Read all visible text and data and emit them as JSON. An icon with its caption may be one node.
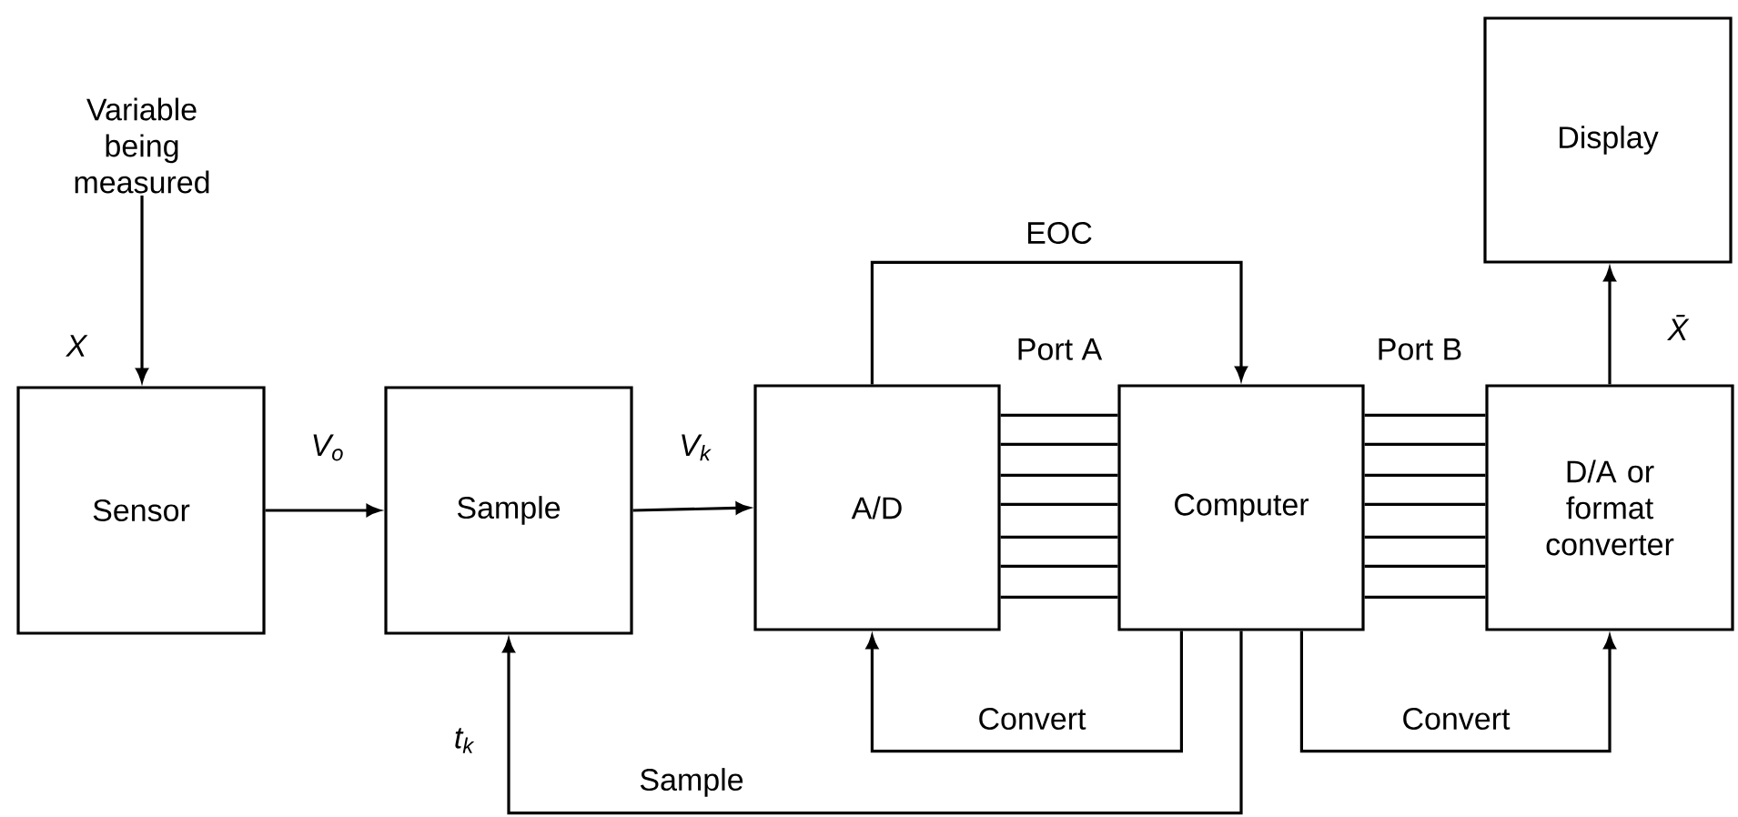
{
  "diagram": {
    "nodes": [
      {
        "text": [
          "Variable being measured"
        ]
      },
      {
        "text": [
          "Sensor"
        ]
      },
      {
        "text": [
          "Sample"
        ]
      },
      {
        "text": [
          "A/D"
        ]
      },
      {
        "text": [
          "Computer"
        ]
      },
      {
        "text": [
          "D/A or format converter"
        ]
      },
      {
        "text": [
          "Display"
        ]
      }
    ],
    "edges": [
      {
        "from": 0,
        "to": 1,
        "arrow": "to",
        "label": "X"
      },
      {
        "from": 1,
        "to": 2,
        "arrow": "to",
        "label": "V$_{o}$"
      },
      {
        "from": 2,
        "to": 3,
        "arrow": "to",
        "label": "V$_{k}$"
      },
      {
        "from": 3,
        "to": 4,
        "arrow": "to",
        "label": "EOC"
      },
      {
        "from": 3,
        "to": 4,
        "arrow": "none",
        "label": "Port A"
      },
      {
        "from": 3,
        "to": 4,
        "arrow": "none"
      },
      {
        "from": 3,
        "to": 4,
        "arrow": "none"
      },
      {
        "from": 3,
        "to": 4,
        "arrow": "none"
      },
      {
        "from": 3,
        "to": 4,
        "arrow": "none"
      },
      {
        "from": 3,
        "to": 4,
        "arrow": "none"
      },
      {
        "from": 3,
        "to": 4,
        "arrow": "none"
      },
      {
        "from": 4,
        "to": 5,
        "arrow": "none",
        "label": "Port B"
      },
      {
        "from": 4,
        "to": 5,
        "arrow": "none"
      },
      {
        "from": 4,
        "to": 5,
        "arrow": "none"
      },
      {
        "from": 4,
        "to": 5,
        "arrow": "none"
      },
      {
        "from": 4,
        "to": 5,
        "arrow": "none"
      },
      {
        "from": 4,
        "to": 5,
        "arrow": "none"
      },
      {
        "from": 4,
        "to": 5,
        "arrow": "none"
      },
      {
        "from": 5,
        "to": 6,
        "arrow": "to",
        "label": "X̄"
      },
      {
        "from": 4,
        "to": 3,
        "arrow": "to",
        "label": "Convert"
      },
      {
        "from": 4,
        "to": 2,
        "arrow": "to",
        "label": "Sample"
      },
      {
        "from": 4,
        "to": 5,
        "arrow": "to",
        "label": "Convert"
      }
    ],
    "labels": [
      "t$_{k}$"
    ]
  }
}
